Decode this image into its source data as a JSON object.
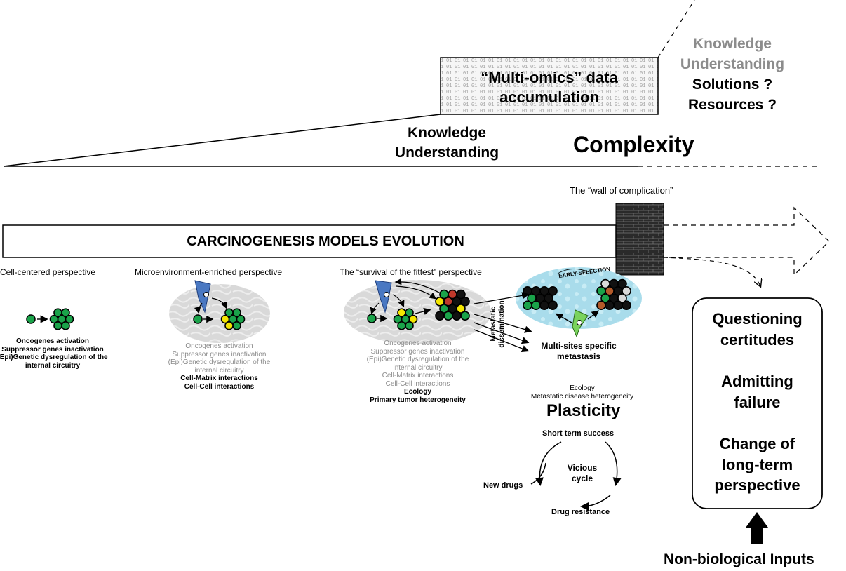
{
  "top": {
    "omics_box_line1": "“Multi-omics” data",
    "omics_box_line2": "accumulation",
    "ku_right_1": "Knowledge",
    "ku_right_2": "Understanding",
    "solutions": "Solutions ?",
    "resources": "Resources ?",
    "ku_left_1": "Knowledge",
    "ku_left_2": "Understanding",
    "complexity": "Complexity"
  },
  "wall_label": "The “wall of complication”",
  "main_arrow_label": "CARCINOGENESIS MODELS EVOLUTION",
  "perspectives": {
    "cell_centered": {
      "title": "Cell-centered perspective",
      "lines": [
        "Oncogenes activation",
        "Suppressor genes inactivation",
        "(Epi)Genetic dysregulation of the",
        "internal circuitry"
      ]
    },
    "microenvironment": {
      "title": "Microenvironment-enriched perspective",
      "grey_lines": [
        "Oncogenes activation",
        "Suppressor genes inactivation",
        "(Epi)Genetic dysregulation of the",
        "internal circuitry"
      ],
      "black_lines": [
        "Cell-Matrix interactions",
        "Cell-Cell interactions"
      ]
    },
    "survival": {
      "title": "The “survival of the fittest” perspective",
      "grey_lines": [
        "Oncogenes activation",
        "Suppressor genes inactivation",
        "(Epi)Genetic dysregulation of the",
        "internal circuitry",
        "Cell-Matrix interactions",
        "Cell-Cell interactions"
      ],
      "black_lines": [
        "Ecology",
        "Primary tumor heterogeneity"
      ]
    }
  },
  "metastatic_dissemination_1": "Metastatic",
  "metastatic_dissemination_2": "dissemination",
  "early_selection": "EARLY-SELECTION",
  "multisites_1": "Multi-sites specific",
  "multisites_2": "metastasis",
  "ecology": "Ecology",
  "metastatic_heterogeneity": "Metastatic disease heterogeneity",
  "plasticity": "Plasticity",
  "cycle": {
    "short_term": "Short term success",
    "vicious_1": "Vicious",
    "vicious_2": "cycle",
    "new_drugs": "New drugs",
    "drug_resistance": "Drug resistance"
  },
  "rounded_box": {
    "line1": "Questioning",
    "line2": "certitudes",
    "line3": "Admitting",
    "line4": "failure",
    "line5": "Change of",
    "line6": "long-term",
    "line7": "perspective"
  },
  "non_bio": "Non-biological Inputs",
  "colors": {
    "green_cell": "#1aa34a",
    "yellow_cell": "#f4e600",
    "blue_cell": "#4a78c2",
    "ellipse_grey": "#d8d8d8",
    "ellipse_blue": "#a7dcea",
    "wall": "#2a2a2a"
  }
}
